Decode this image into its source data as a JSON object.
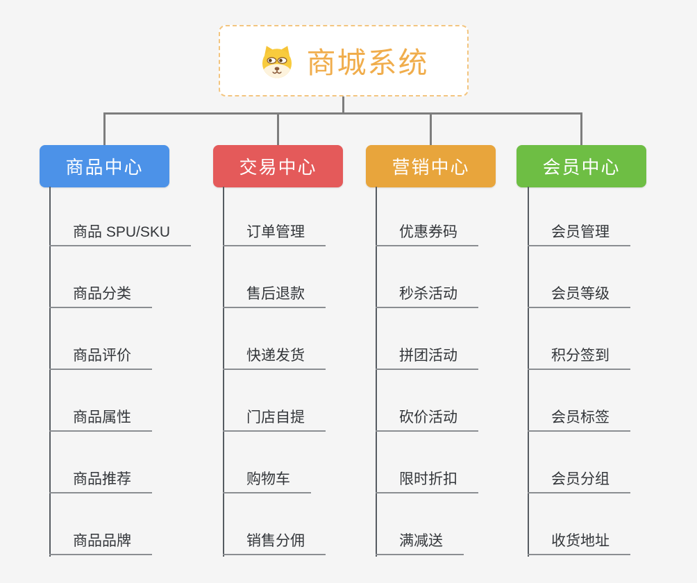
{
  "canvas": {
    "background": "#f5f5f5"
  },
  "root": {
    "label": "商城系统",
    "icon": "shiba-dog-icon",
    "text_color": "#f0ad4c",
    "border_color": "#f3c57f"
  },
  "branches": [
    {
      "label": "商品中心",
      "color": "#4c92e8",
      "children": [
        "商品 SPU/SKU",
        "商品分类",
        "商品评价",
        "商品属性",
        "商品推荐",
        "商品品牌"
      ]
    },
    {
      "label": "交易中心",
      "color": "#e45a5a",
      "children": [
        "订单管理",
        "售后退款",
        "快递发货",
        "门店自提",
        "购物车",
        "销售分佣"
      ]
    },
    {
      "label": "营销中心",
      "color": "#e8a53c",
      "children": [
        "优惠券码",
        "秒杀活动",
        "拼团活动",
        "砍价活动",
        "限时折扣",
        "满减送"
      ]
    },
    {
      "label": "会员中心",
      "color": "#6ebe44",
      "children": [
        "会员管理",
        "会员等级",
        "积分签到",
        "会员标签",
        "会员分组",
        "收货地址"
      ]
    }
  ],
  "connector_colors": {
    "main": "#7d7d7d",
    "spine": "#565b61",
    "leaf_underline": "#8a8d91"
  }
}
